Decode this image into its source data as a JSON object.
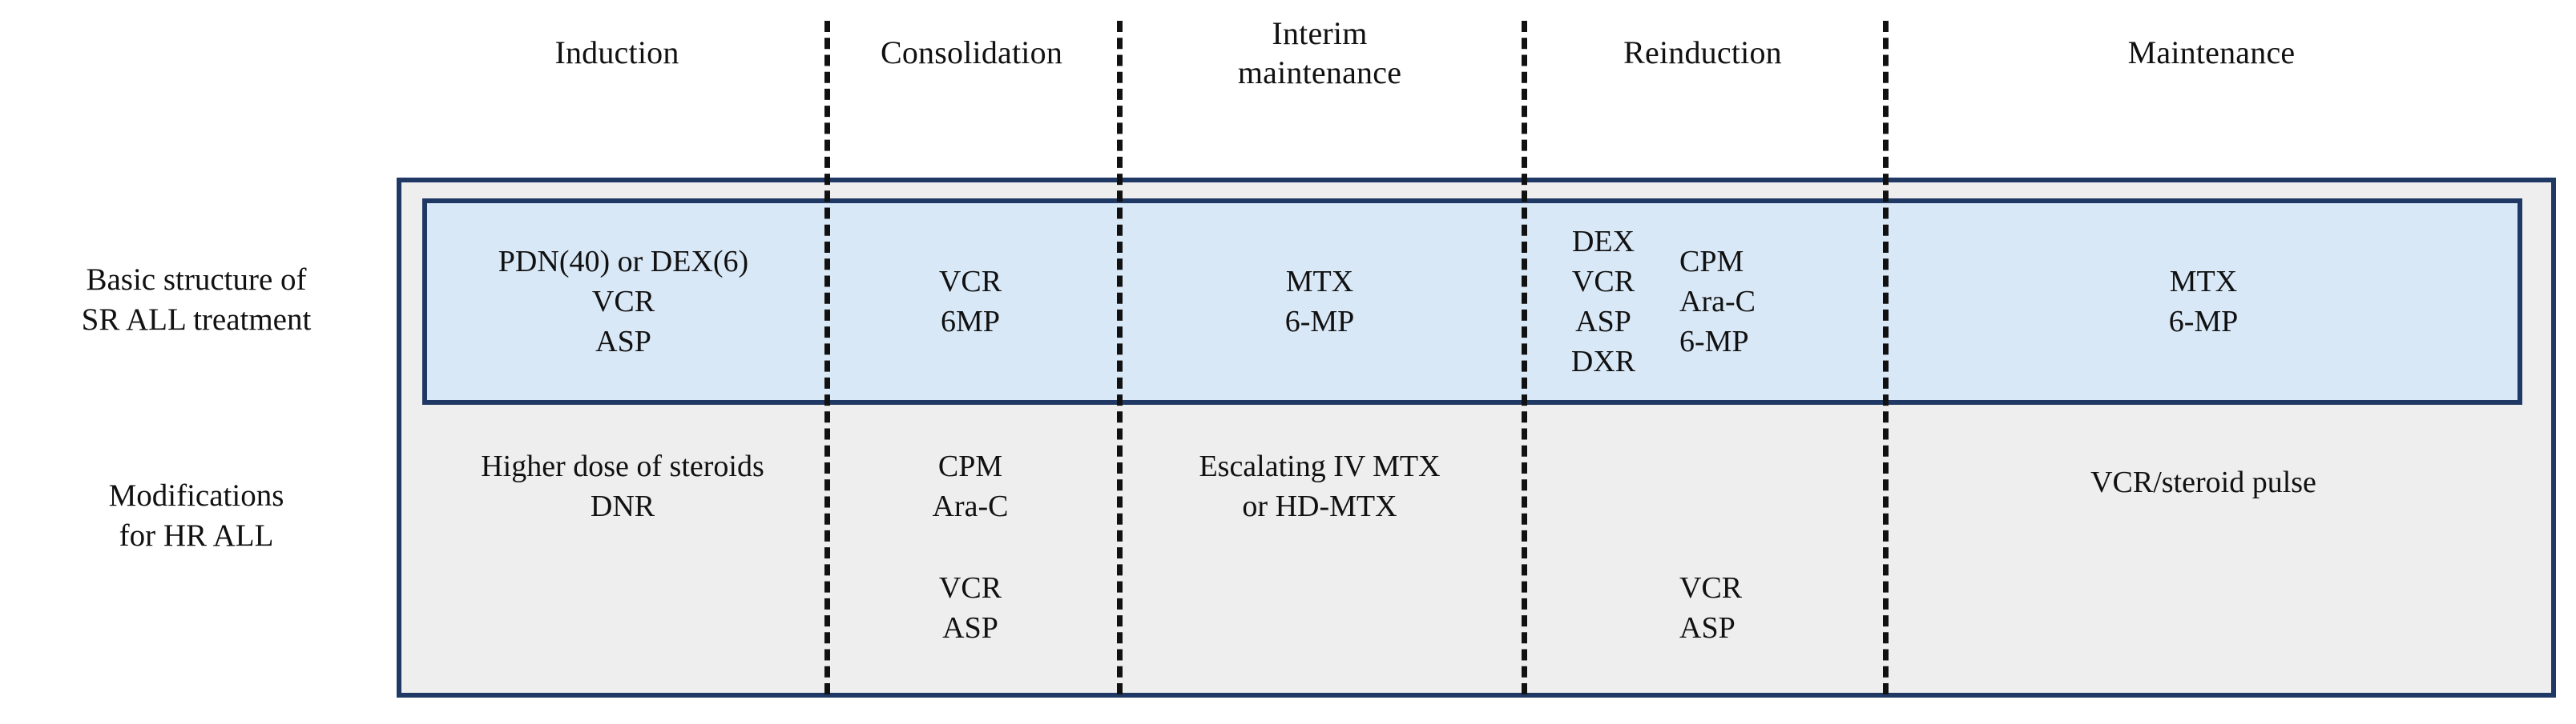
{
  "diagram": {
    "phases": [
      {
        "name": "induction",
        "label": "Induction"
      },
      {
        "name": "consolidation",
        "label": "Consolidation"
      },
      {
        "name": "interim-maintenance",
        "label": "Interim\nmaintenance"
      },
      {
        "name": "reinduction",
        "label": "Reinduction"
      },
      {
        "name": "maintenance",
        "label": "Maintenance"
      }
    ],
    "row_labels": {
      "basic": "Basic structure of\nSR ALL treatment",
      "modifications": "Modifications\nfor HR ALL"
    },
    "basic_row": {
      "induction": "PDN(40) or DEX(6)\nVCR\nASP",
      "consolidation": "VCR\n6MP",
      "interim_maintenance": "MTX\n6-MP",
      "reinduction_left": "DEX\nVCR\nASP\nDXR",
      "reinduction_right": "CPM\nAra-C\n6-MP",
      "maintenance": "MTX\n6-MP"
    },
    "modifications_row": {
      "induction": "Higher dose of steroids\nDNR",
      "consolidation_top": "CPM\nAra-C",
      "consolidation_bottom": "VCR\nASP",
      "interim_maintenance": "Escalating IV MTX\nor HD-MTX",
      "reinduction_bottom": "VCR\nASP",
      "maintenance": "VCR/steroid pulse"
    },
    "colors": {
      "border": "#1f3864",
      "basic_row_fill": "#d9e8f7",
      "modifications_row_fill": "#eeeeee",
      "text": "#111111",
      "page_background": "#ffffff"
    }
  }
}
